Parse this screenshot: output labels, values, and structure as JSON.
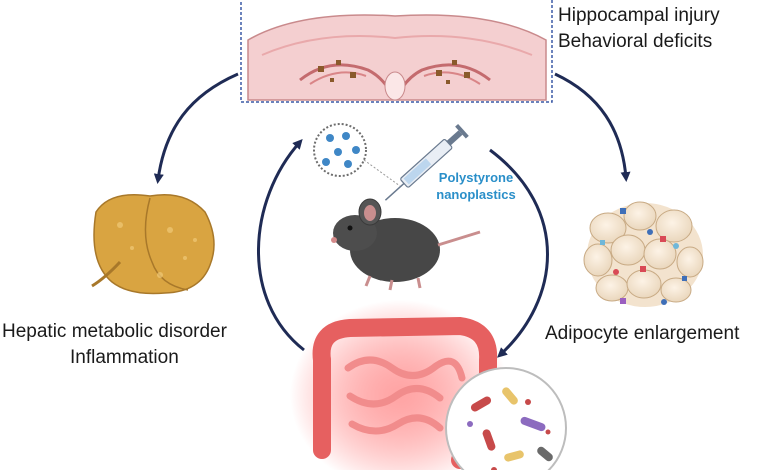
{
  "brain_labels": [
    "Hippocampal injury",
    "Behavioral deficits"
  ],
  "liver_labels": [
    "Hepatic metabolic disorder",
    "Inflammation"
  ],
  "adipose_labels": [
    "Adipocyte enlargement"
  ],
  "exposure_labels": [
    "Polystyrone",
    "nanoplastics"
  ],
  "colors": {
    "arrow": "#1f2b55",
    "brain_box": "#3b5aa6",
    "brain_tissue": "#f2c2c4",
    "liver": "#d9a441",
    "mouse": "#444444",
    "gut_glow": "#ff6b6b",
    "label_blue": "#2a8fc9"
  },
  "icons": [
    "brain-section-icon",
    "liver-icon",
    "adipose-tissue-icon",
    "mouse-icon",
    "syringe-icon",
    "nanoparticles-icon",
    "intestine-icon",
    "microbiota-icon"
  ]
}
